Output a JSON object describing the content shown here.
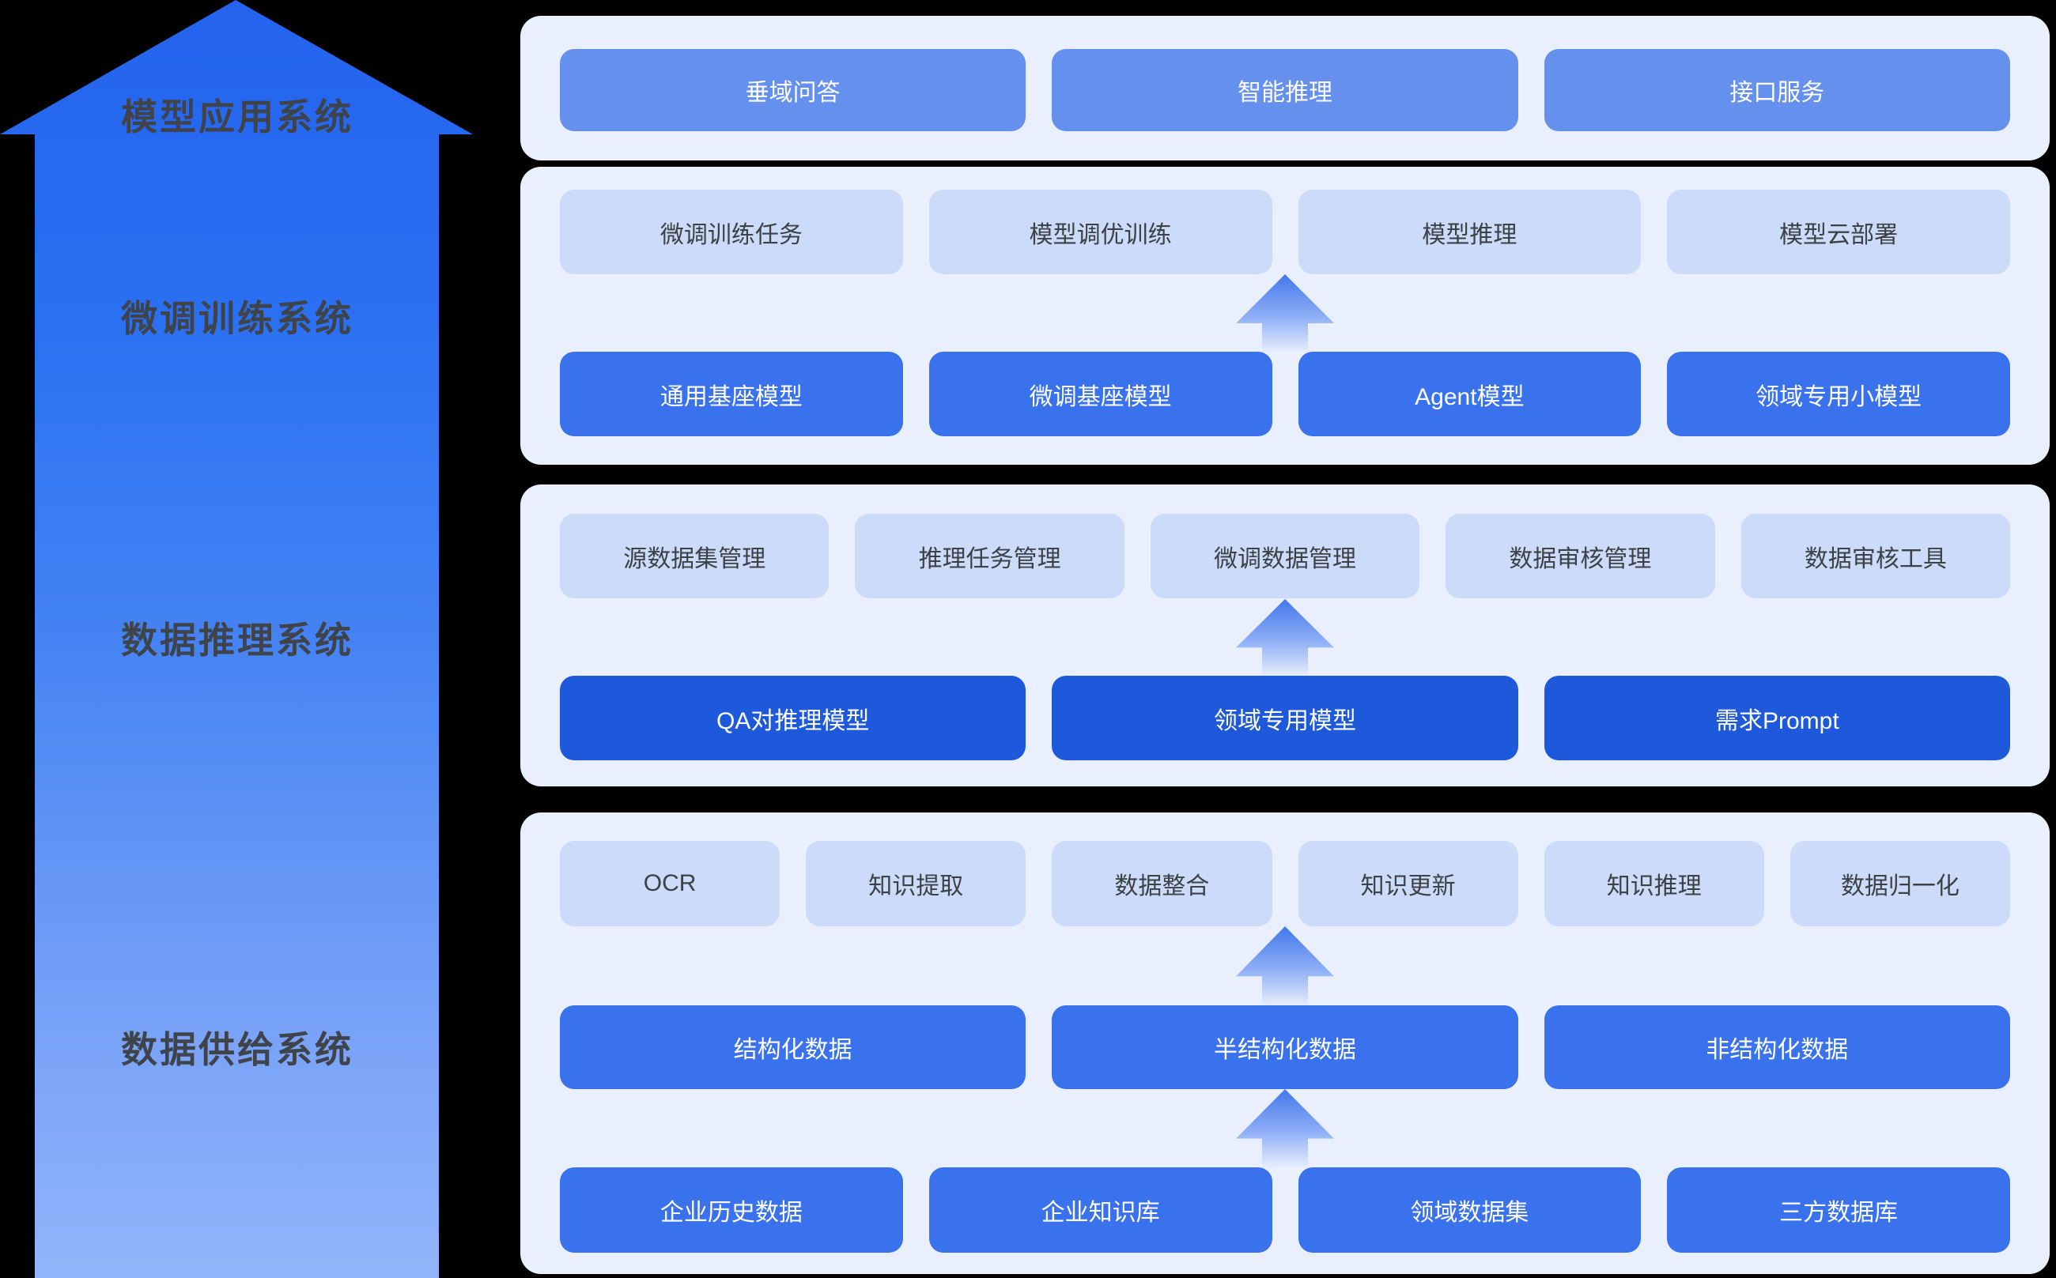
{
  "arrow": {
    "labels": [
      {
        "text": "模型应用系统"
      },
      {
        "text": "微调训练系统"
      },
      {
        "text": "数据推理系统"
      },
      {
        "text": "数据供给系统"
      }
    ]
  },
  "panels": [
    {
      "name": "model-application-system",
      "rows": [
        {
          "style": "medium",
          "chips": [
            "垂域问答",
            "智能推理",
            "接口服务"
          ]
        }
      ]
    },
    {
      "name": "finetune-training-system",
      "rows": [
        {
          "style": "light",
          "chips": [
            "微调训练任务",
            "模型调优训练",
            "模型推理",
            "模型云部署"
          ]
        },
        {
          "style": "solid",
          "chips": [
            "通用基座模型",
            "微调基座模型",
            "Agent模型",
            "领域专用小模型"
          ]
        }
      ]
    },
    {
      "name": "data-inference-system",
      "rows": [
        {
          "style": "light",
          "chips": [
            "源数据集管理",
            "推理任务管理",
            "微调数据管理",
            "数据审核管理",
            "数据审核工具"
          ]
        },
        {
          "style": "deep",
          "chips": [
            "QA对推理模型",
            "领域专用模型",
            "需求Prompt"
          ]
        }
      ]
    },
    {
      "name": "data-supply-system",
      "rows": [
        {
          "style": "light",
          "chips": [
            "OCR",
            "知识提取",
            "数据整合",
            "知识更新",
            "知识推理",
            "数据归一化"
          ]
        },
        {
          "style": "solid",
          "chips": [
            "结构化数据",
            "半结构化数据",
            "非结构化数据"
          ]
        },
        {
          "style": "solid",
          "chips": [
            "企业历史数据",
            "企业知识库",
            "领域数据集",
            "三方数据库"
          ]
        }
      ]
    }
  ],
  "colors": {
    "background": "#000000",
    "panel_bg": "#E9EFFC",
    "chip_light": "#CBDBF9",
    "chip_light_text": "#3C4145",
    "chip_medium": "#6590EE",
    "chip_solid": "#3A72ED",
    "chip_deep": "#1E59DB",
    "chip_dark_text": "#FFFFFF",
    "big_arrow_top": "#2463EE",
    "big_arrow_bottom": "#92B4FA",
    "mini_arrow_top": "#4377EC",
    "mini_arrow_bottom": "#E6EDFC",
    "layer_label_text": "#3F434A"
  }
}
